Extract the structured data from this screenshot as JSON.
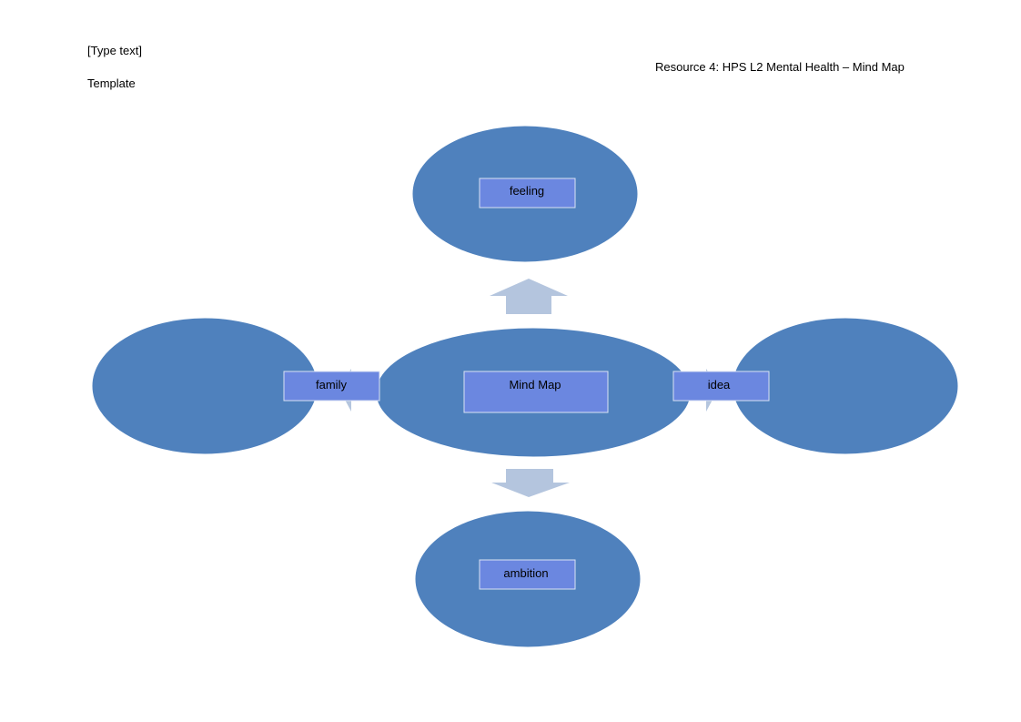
{
  "header": {
    "type_text": "[Type text]",
    "template": "Template",
    "resource_title": "Resource 4: HPS L2 Mental Health – Mind Map"
  },
  "mindmap": {
    "center": "Mind Map",
    "top": "feeling",
    "left": "family",
    "right": "idea",
    "bottom": "ambition"
  },
  "colors": {
    "ellipse_fill": "#4f81bd",
    "ellipse_stroke": "#ffffff",
    "label_box_fill": "#6b87e0",
    "label_box_stroke": "#d9e2f3",
    "arrow_fill": "#b4c5de"
  }
}
